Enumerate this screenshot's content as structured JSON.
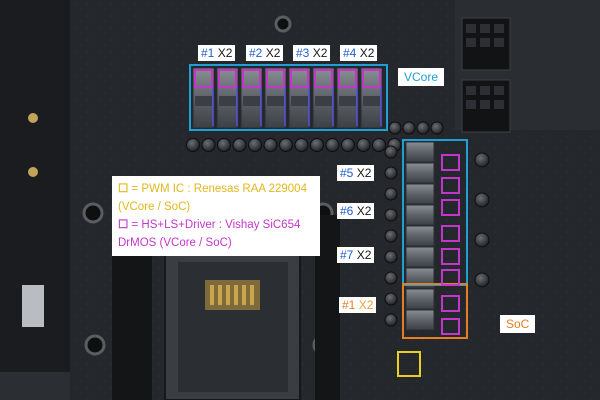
{
  "phase_labels": [
    {
      "index": "#1",
      "multiplier": "X2"
    },
    {
      "index": "#2",
      "multiplier": "X2"
    },
    {
      "index": "#3",
      "multiplier": "X2"
    },
    {
      "index": "#4",
      "multiplier": "X2"
    },
    {
      "index": "#5",
      "multiplier": "X2"
    },
    {
      "index": "#6",
      "multiplier": "X2"
    },
    {
      "index": "#7",
      "multiplier": "X2"
    }
  ],
  "soc_phase_label": {
    "index": "#1",
    "multiplier": "X2"
  },
  "region_labels": {
    "vcore": "VCore",
    "soc": "SoC"
  },
  "legend": {
    "pwm_symbol": "☐",
    "pwm_text": " = PWM IC : Renesas RAA 229004",
    "pwm_scope": "(VCore / SoC)",
    "drmos_symbol": "☐",
    "drmos_text": " = HS+LS+Driver : Vishay SiC654",
    "drmos_scope": "DrMOS (VCore / SoC)"
  },
  "colors": {
    "vcore_box": "#1e9fd6",
    "soc_box": "#e67e22",
    "drmos_box": "#c237c9",
    "pwm_box": "#e8d11a",
    "label_text": "#1f5fd0"
  }
}
